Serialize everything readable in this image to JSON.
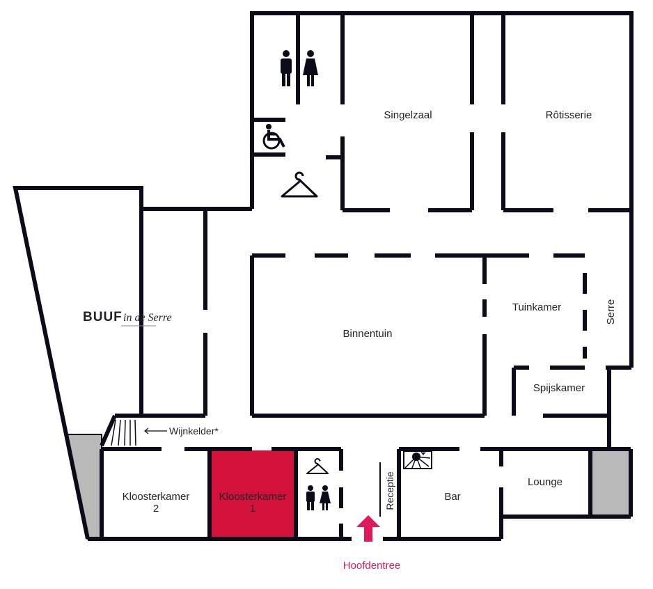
{
  "colors": {
    "wall": "#0b0b1a",
    "highlight": "#d3123a",
    "entrance_accent": "#e0195a",
    "hatched_fill": "#b9b9b9",
    "label": "#222228",
    "highlight_label": "#ffffff"
  },
  "icons": [
    "men-toilet-icon",
    "women-toilet-icon",
    "wheelchair-icon",
    "coat-hanger-icon",
    "stairs-icon",
    "entrance-arrow-icon",
    "spiral-stair-icon"
  ],
  "rooms": {
    "singelzaal": "Singelzaal",
    "rotisserie": "Rôtisserie",
    "binnentuin": "Binnentuin",
    "tuinkamer": "Tuinkamer",
    "serre": "Serre",
    "spijskamer": "Spijskamer",
    "lounge": "Lounge",
    "bar": "Bar",
    "receptie": "Receptie",
    "kloosterkamer2_line1": "Kloosterkamer",
    "kloosterkamer2_line2": "2",
    "kloosterkamer1_line1": "Kloosterkamer",
    "kloosterkamer1_line2": "1",
    "wijnkelder": "Wijnkelder*"
  },
  "logo": {
    "main": "BUUF",
    "script": "in de Serre"
  },
  "entrance": {
    "label": "Hoofdentree"
  },
  "highlighted_room": "Kloosterkamer 1"
}
